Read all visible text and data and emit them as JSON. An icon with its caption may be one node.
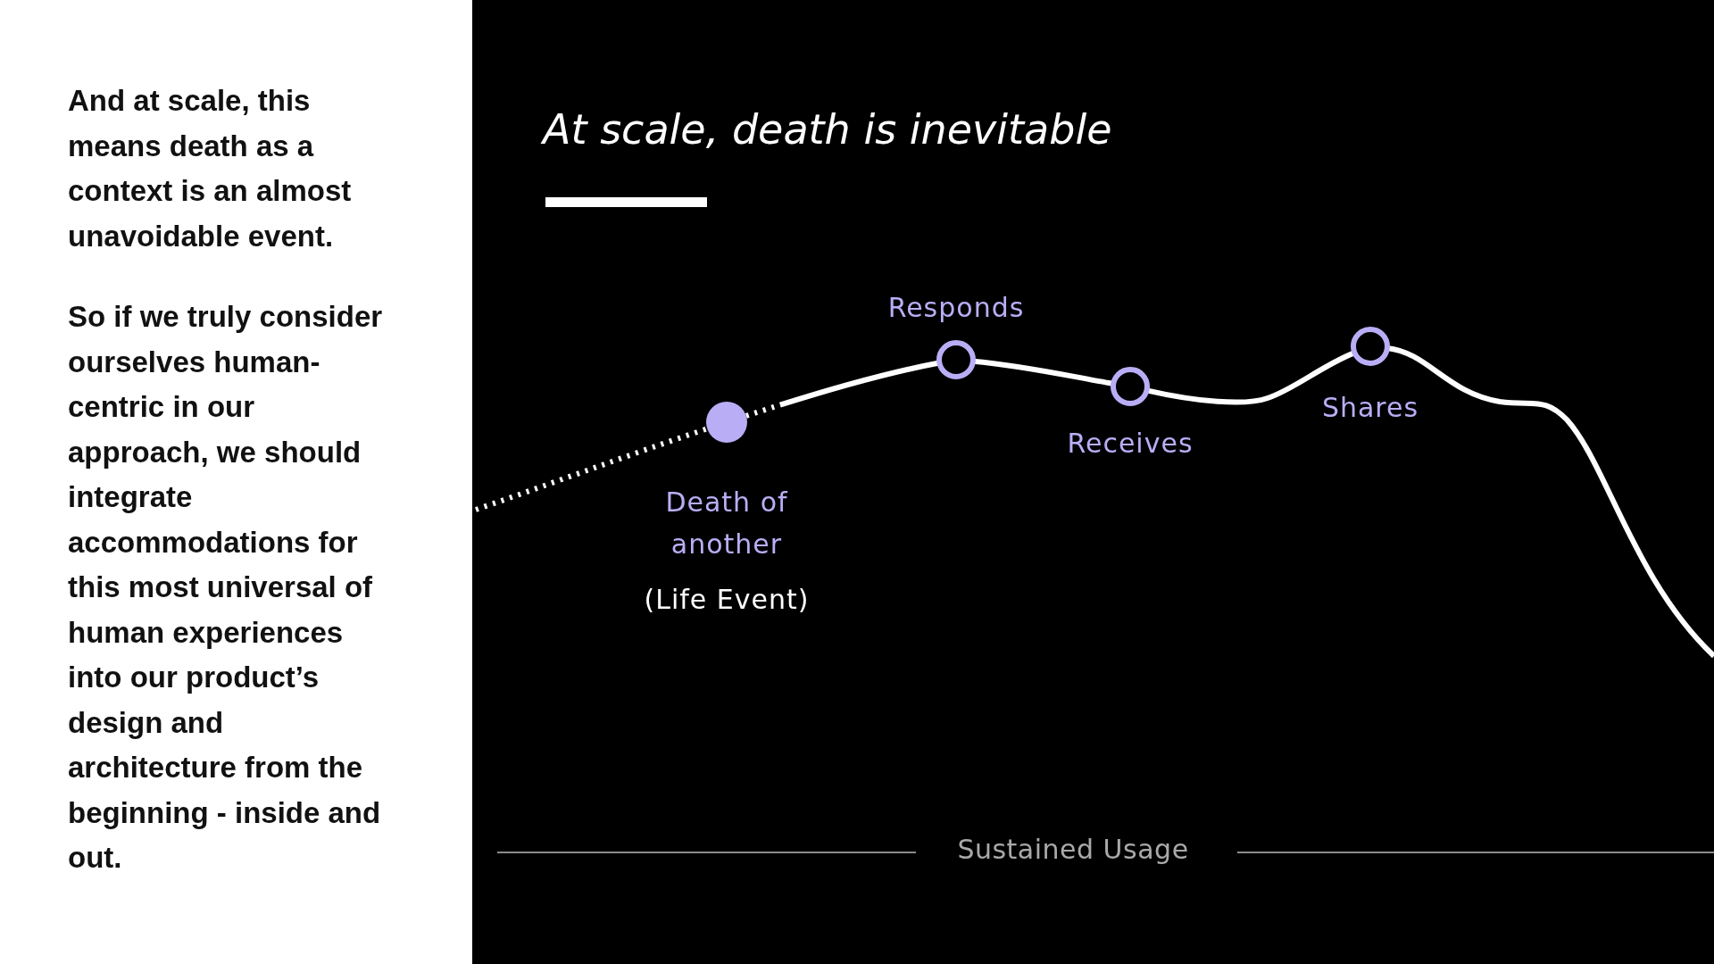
{
  "diagram": {
    "title": "At scale, death is inevitable",
    "nodes": [
      {
        "text": [
          "Death of another",
          "(Life Event)"
        ]
      },
      {
        "text": [
          "Responds"
        ]
      },
      {
        "text": [
          "Receives"
        ]
      },
      {
        "text": [
          "Shares"
        ]
      }
    ],
    "edges": [
      {
        "from": null,
        "to": 0,
        "arrow": "none",
        "style": "dashed"
      },
      {
        "from": 0,
        "to": 1,
        "arrow": "none",
        "style": "dashed"
      },
      {
        "from": 1,
        "to": 2,
        "arrow": "none"
      },
      {
        "from": 2,
        "to": 3,
        "arrow": "none"
      },
      {
        "from": 3,
        "to": null,
        "arrow": "none"
      }
    ],
    "labels": [
      "And at scale, this means death as a context is an almost unavoidable event.",
      "So if we truly consider ourselves human-centric in our approach, we should integrate accommodations for this most universal of human experiences into our product’s design and architecture from the beginning - inside and out.",
      "Sustained Usage"
    ]
  }
}
